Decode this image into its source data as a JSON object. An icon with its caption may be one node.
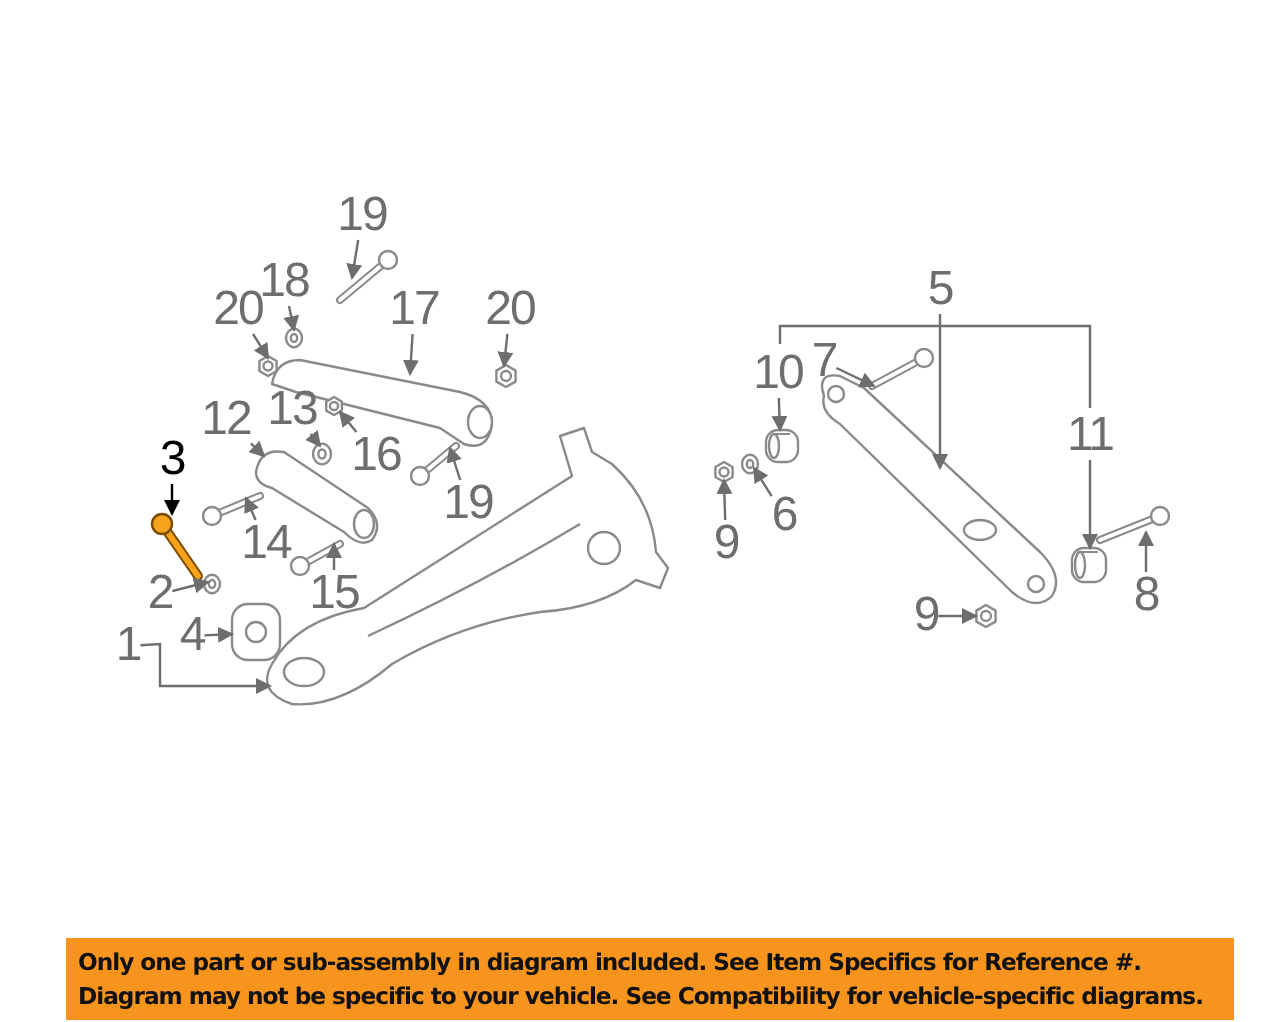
{
  "diagram": {
    "nodes": [
      {
        "text": [
          "19"
        ]
      },
      {
        "text": [
          "18"
        ]
      },
      {
        "text": [
          "20"
        ]
      },
      {
        "text": [
          "17"
        ]
      },
      {
        "text": [
          "20"
        ]
      },
      {
        "text": [
          "3"
        ]
      },
      {
        "text": [
          "12"
        ]
      },
      {
        "text": [
          "13"
        ]
      },
      {
        "text": [
          "16"
        ]
      },
      {
        "text": [
          "19"
        ]
      },
      {
        "text": [
          "14"
        ]
      },
      {
        "text": [
          "2"
        ]
      },
      {
        "text": [
          "4"
        ]
      },
      {
        "text": [
          "15"
        ]
      },
      {
        "text": [
          "1"
        ]
      },
      {
        "text": [
          "5"
        ]
      },
      {
        "text": [
          "10"
        ]
      },
      {
        "text": [
          "7"
        ]
      },
      {
        "text": [
          "11"
        ]
      },
      {
        "text": [
          "9"
        ]
      },
      {
        "text": [
          "6"
        ]
      },
      {
        "text": [
          "8"
        ]
      },
      {
        "text": [
          "9"
        ]
      },
      {
        "text": [
          "Only one part or sub-assembly in diagram included. See Item Specifics for Reference #.",
          "Diagram may not be specific to your vehicle. See Compatibility for vehicle-specific diagrams."
        ]
      },
      {
        "text": [],
        "shape": "picture"
      },
      {
        "text": [],
        "shape": "picture"
      },
      {
        "text": [],
        "shape": "picture"
      },
      {
        "text": [],
        "shape": "picture"
      },
      {
        "text": [],
        "shape": "picture"
      },
      {
        "text": [],
        "shape": "picture"
      },
      {
        "text": [],
        "shape": "picture"
      },
      {
        "text": [],
        "shape": "picture"
      },
      {
        "text": [],
        "shape": "picture"
      },
      {
        "text": [],
        "shape": "picture"
      },
      {
        "text": [],
        "shape": "picture"
      },
      {
        "text": [],
        "shape": "picture"
      },
      {
        "text": [],
        "shape": "picture"
      },
      {
        "text": [],
        "shape": "picture"
      },
      {
        "text": [],
        "shape": "picture"
      },
      {
        "text": [],
        "shape": "picture"
      },
      {
        "text": [],
        "shape": "picture"
      },
      {
        "text": [],
        "shape": "picture"
      },
      {
        "text": [],
        "shape": "picture"
      },
      {
        "text": [],
        "shape": "picture"
      },
      {
        "text": [],
        "shape": "picture"
      },
      {
        "text": [],
        "shape": "picture"
      },
      {
        "text": [],
        "shape": "picture"
      }
    ],
    "edges": [
      {
        "from": 0,
        "to": 24,
        "arrow": "to"
      },
      {
        "from": 1,
        "to": 25,
        "arrow": "to"
      },
      {
        "from": 2,
        "to": 26,
        "arrow": "to"
      },
      {
        "from": 3,
        "to": 27,
        "arrow": "to"
      },
      {
        "from": 4,
        "to": 28,
        "arrow": "to"
      },
      {
        "from": 5,
        "to": 29,
        "arrow": "to",
        "color": "#000000"
      },
      {
        "from": 6,
        "to": 30,
        "arrow": "to"
      },
      {
        "from": 7,
        "to": 31,
        "arrow": "to"
      },
      {
        "from": 8,
        "to": 32,
        "arrow": "to"
      },
      {
        "from": 9,
        "to": 33,
        "arrow": "to"
      },
      {
        "from": 10,
        "to": 34,
        "arrow": "to"
      },
      {
        "from": 11,
        "to": 35,
        "arrow": "to"
      },
      {
        "from": 12,
        "to": 36,
        "arrow": "to"
      },
      {
        "from": 13,
        "to": 37,
        "arrow": "to"
      },
      {
        "from": 14,
        "to": 38,
        "arrow": "to"
      },
      {
        "from": 15,
        "to": 39,
        "arrow": "to"
      },
      {
        "from": 16,
        "to": 40,
        "arrow": "to"
      },
      {
        "from": 17,
        "to": 41,
        "arrow": "to"
      },
      {
        "from": 18,
        "to": 42,
        "arrow": "to"
      },
      {
        "from": 19,
        "to": 43,
        "arrow": "to"
      },
      {
        "from": 20,
        "to": 44,
        "arrow": "to"
      },
      {
        "from": 21,
        "to": 45,
        "arrow": "to"
      },
      {
        "from": 22,
        "to": 46,
        "arrow": "to"
      }
    ]
  }
}
